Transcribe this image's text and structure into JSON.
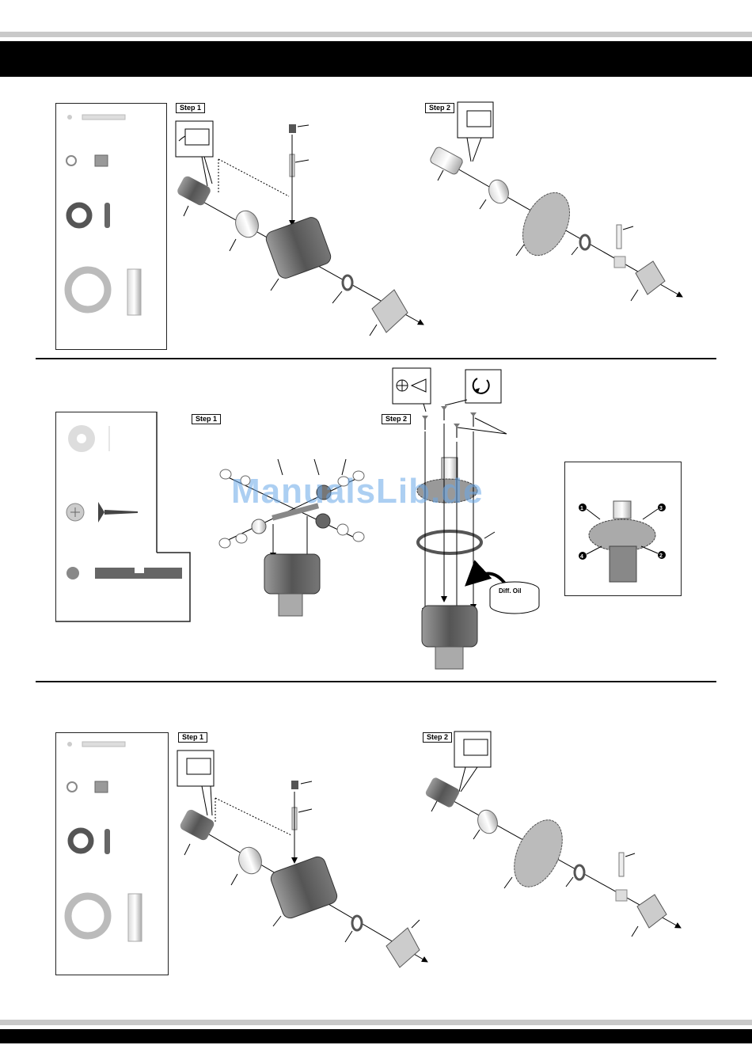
{
  "sections": [
    {
      "step1_label": "Step 1",
      "step2_label": "Step 2"
    },
    {
      "step1_label": "Step 1",
      "step2_label": "Step 2",
      "oil_label": "Diff. Oil",
      "order_marks": [
        "1",
        "2",
        "3",
        "4"
      ]
    },
    {
      "step1_label": "Step 1",
      "step2_label": "Step 2"
    }
  ],
  "watermark": "ManualsLib.de"
}
